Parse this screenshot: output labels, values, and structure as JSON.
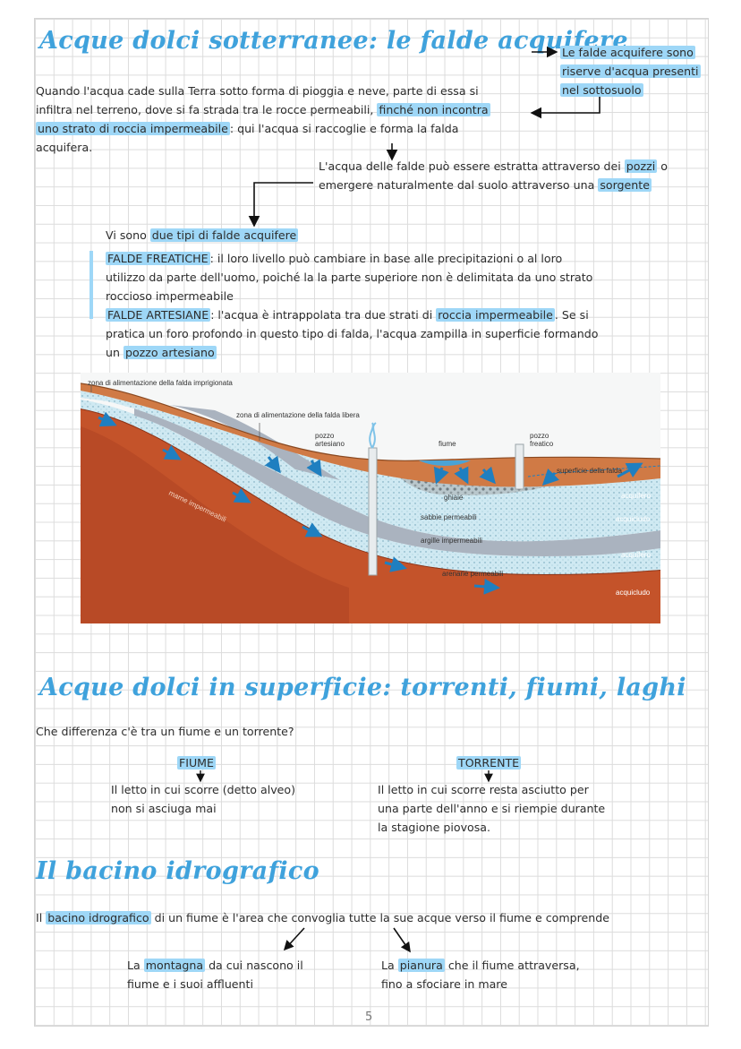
{
  "section1": {
    "title": "Acque dolci sotterranee: le falde acquifere",
    "side_note": [
      "Le falde acquifere sono",
      "riserve d'acqua presenti",
      "nel sottosuolo"
    ],
    "intro_1": "Quando l'acqua cade sulla Terra sotto forma di pioggia e neve, parte di essa si",
    "intro_2a": "infiltra nel terreno, dove si fa strada tra le rocce permeabili, ",
    "intro_2b": "finché non incontra",
    "intro_3a": "uno strato di roccia impermeabile",
    "intro_3b": ": qui l'acqua si raccoglie e forma la falda",
    "intro_4": "acquifera.",
    "extract_1a": "L'acqua delle falde può essere estratta attraverso dei ",
    "extract_1b": "pozzi",
    "extract_1c": " o",
    "extract_2a": "emergere naturalmente dal suolo attraverso una ",
    "extract_2b": "sorgente",
    "types_a": "Vi sono ",
    "types_b": "due tipi di falde acquifere",
    "freatiche_label": "FALDE FREATICHE",
    "freatiche_1": ": il loro livello può cambiare in base alle precipitazioni o al loro",
    "freatiche_2": "utilizzo da parte dell'uomo, poiché la la parte superiore non è delimitata da uno strato",
    "freatiche_3": "roccioso impermeabile",
    "artesiane_label": "FALDE ARTESIANE",
    "artesiane_1a": ": l'acqua è intrappolata tra due strati di ",
    "artesiane_1b": "roccia impermeabile",
    "artesiane_1c": ". Se si",
    "artesiane_2": "pratica un foro profondo in questo tipo di falda, l'acqua zampilla in superficie formando",
    "artesiane_3a": "un ",
    "artesiane_3b": "pozzo artesiano"
  },
  "diagram": {
    "zona_imprigionata": "zona di alimentazione della falda imprigionata",
    "zona_libera": "zona di alimentazione della falda libera",
    "pozzo_artesiano": [
      "pozzo",
      "artesiano"
    ],
    "fiume": "fiume",
    "pozzo_freatico": [
      "pozzo",
      "freatico"
    ],
    "superficie_falda": "superficie della falda",
    "ghiaie": "ghiaie",
    "sabbie": "sabbie permeabili",
    "argille": "argille impermeabili",
    "arenarie": "arenarie permeabili",
    "marne": "marne impermeabili",
    "acquifero_1": "acquifero",
    "acquicludo_1": "acquicludo",
    "acquifero_2": "acquifero",
    "acquicludo_2": "acquicludo"
  },
  "section2": {
    "title": "Acque dolci in superficie: torrenti, fiumi, laghi",
    "question": "Che differenza c'è tra un fiume e un torrente?",
    "fiume_label": "FIUME",
    "fiume_1": "Il letto in cui scorre (detto alveo)",
    "fiume_2": "non si asciuga mai",
    "torrente_label": "TORRENTE",
    "torrente_1": "Il letto in cui scorre resta asciutto per",
    "torrente_2": "una parte dell'anno e si riempie durante",
    "torrente_3": "la stagione piovosa."
  },
  "section3": {
    "title": "Il bacino idrografico",
    "line_a": "Il ",
    "line_b": "bacino idrografico",
    "line_c": " di un fiume è l'area che convoglia tutte la sue acque verso il fiume e comprende",
    "montagna_a": "La ",
    "montagna_b": "montagna",
    "montagna_c": " da cui nascono il",
    "montagna_2": "fiume e i suoi affluenti",
    "pianura_a": "La ",
    "pianura_b": "pianura",
    "pianura_c": " che il fiume attraversa,",
    "pianura_2": "fino a sfociare in mare"
  },
  "page_number": "5",
  "colors": {
    "accent": "#3fa2dc",
    "highlight": "#9ed7f7"
  }
}
